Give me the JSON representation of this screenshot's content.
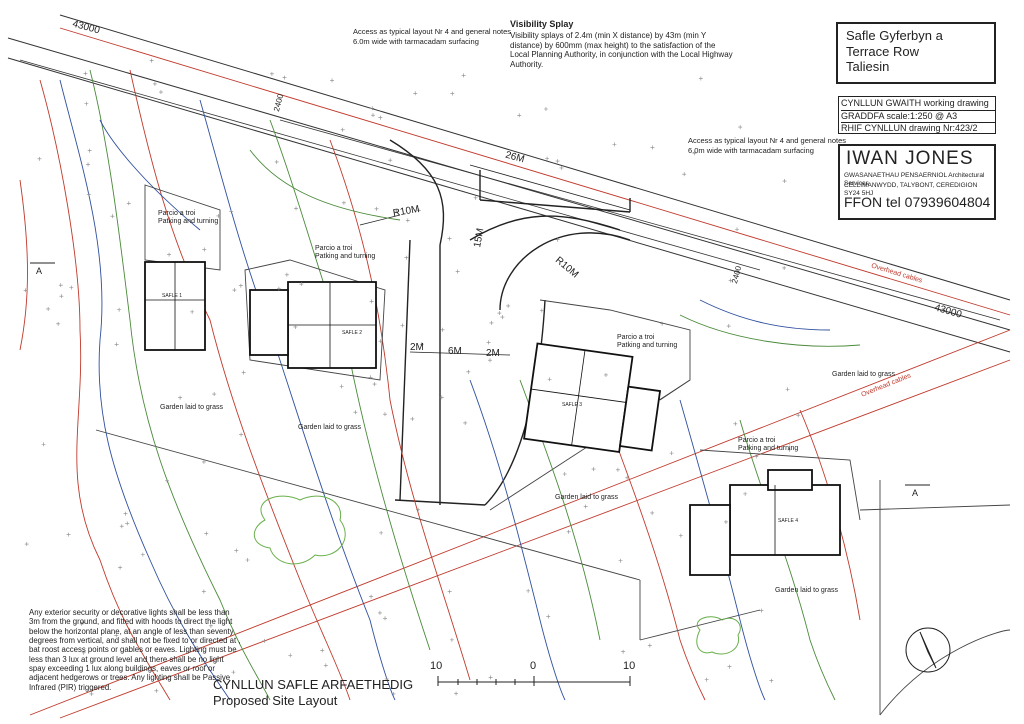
{
  "drawing": {
    "site_box": [
      "Safle Gyferbyn a",
      "Terrace Row",
      "Taliesin"
    ],
    "info_rows": [
      "CYNLLUN GWAITH working drawing",
      "GRADDFA scale:1:250 @ A3",
      "RHIF CYNLLUN drawing Nr:423/2"
    ],
    "architect": {
      "name": "IWAN JONES",
      "line1": "GWASANAETHAU PENSAERNIOL Architectural Services",
      "line2": "CELLIMANWYDD, TALYBONT, CEREDIGION SY24 5HJ",
      "phone": "FFON tel 07939604804"
    },
    "visibility": {
      "title": "Visibility Splay",
      "text": "Visibility splays of 2.4m (min X distance) by 43m (min Y distance) by 600mm (max height) to the satisfaction of the Local Planning Authority, in conjunction with the Local Highway Authority."
    },
    "access_note_1": [
      "Access as typical layout Nr 4 and general notes",
      "6.0m wide with tarmacadam surfacing"
    ],
    "access_note_2": [
      "Access as typical layout Nr 4 and general notes",
      "6.0m wide with tarmacadam surfacing"
    ],
    "lighting_note": "Any exterior security or decorative lights shall be less than 3m from the ground, and fitted with hoods to direct the light below the horizontal plane, at an angle of less than seventy degrees from vertical, and shall not be fixed to or directed at , bat roost access points or gables or eaves. Lighting must be less than 3 lux at ground level and there shall be no light spay exceeding 1 lux along buildings, eaves or roof or adjacent hedgerows or trees. Any lighting shall be Passive Infrared (PIR) triggered.",
    "layout_title": [
      "CYNLLUN SAFLE ARFAETHEDIG",
      "Proposed Site Layout"
    ],
    "scale_bar": [
      "10",
      "0",
      "10"
    ],
    "dims": {
      "d43000a": "43000",
      "d43000b": "43000",
      "d26m": "26M",
      "r10a": "R10M",
      "r10b": "R10M",
      "d15m": "15M",
      "d6m": "6M",
      "d2ma": "2M",
      "d2mb": "2M",
      "d2400a": "2400",
      "d2400b": "2400"
    },
    "labels": {
      "parking1": [
        "Parcio a troi",
        "Patking and turning"
      ],
      "parking2": [
        "Parcio a troi",
        "Patking and turning"
      ],
      "parking3": [
        "Parcio a troi",
        "Patking and turning"
      ],
      "parking4": [
        "Parcio a troi",
        "Patking and turning"
      ],
      "garden1": "Garden laid to grass",
      "garden2": "Garden laid to grass",
      "garden3": "Garden laid to grass",
      "garden4": "Garden laid to grass",
      "garden5": "Garden laid to grass",
      "overhead1": "Overhead cables",
      "overhead2": "Overhead cables",
      "section_a1": "A",
      "section_a2": "A",
      "plot1": "SAFLE 4",
      "plot2": "SAFLE 3",
      "plot3": "SAFLE 2",
      "plot4": "SAFLE 1"
    }
  },
  "colors": {
    "line": "#333333",
    "contour_red": "#c0392b",
    "contour_blue": "#2f4f9f",
    "contour_green": "#4a8a3a",
    "tree": "#6ab04c"
  }
}
